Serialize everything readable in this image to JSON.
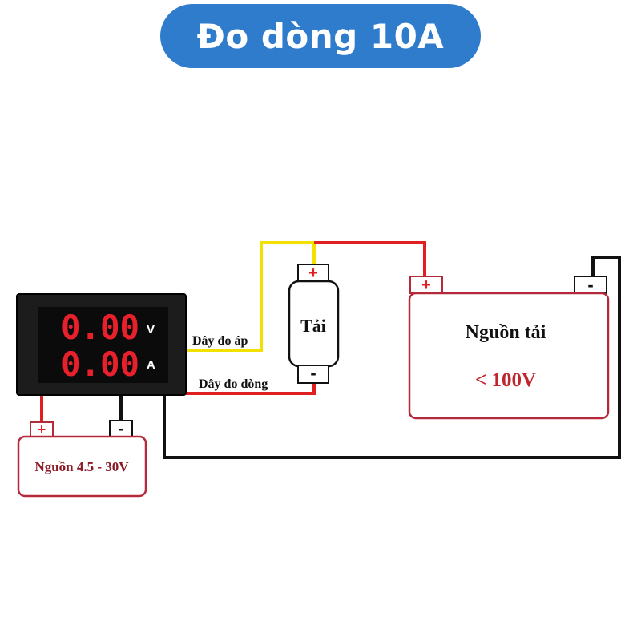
{
  "title": "Đo dòng 10A",
  "colors": {
    "banner": "#2f7ccc",
    "red_wire": "#e02020",
    "yellow_wire": "#f2e000",
    "black_wire": "#111111",
    "box_border": "#b42a3a",
    "display_digits": "#e8202c",
    "voltage_text": "#c0262e"
  },
  "meter": {
    "voltage_reading": "0.00",
    "current_reading": "0.00",
    "voltage_unit": "V",
    "current_unit": "A"
  },
  "wires": {
    "voltage_wire_label": "Dây đo áp",
    "current_wire_label": "Dây đo dòng"
  },
  "load": {
    "label": "Tải",
    "plus": "+",
    "minus": "-"
  },
  "load_source": {
    "label": "Nguồn tải",
    "voltage": "< 100V",
    "plus": "+",
    "minus": "-"
  },
  "meter_source": {
    "label": "Nguồn 4.5 - 30V",
    "plus": "+",
    "minus": "-"
  }
}
